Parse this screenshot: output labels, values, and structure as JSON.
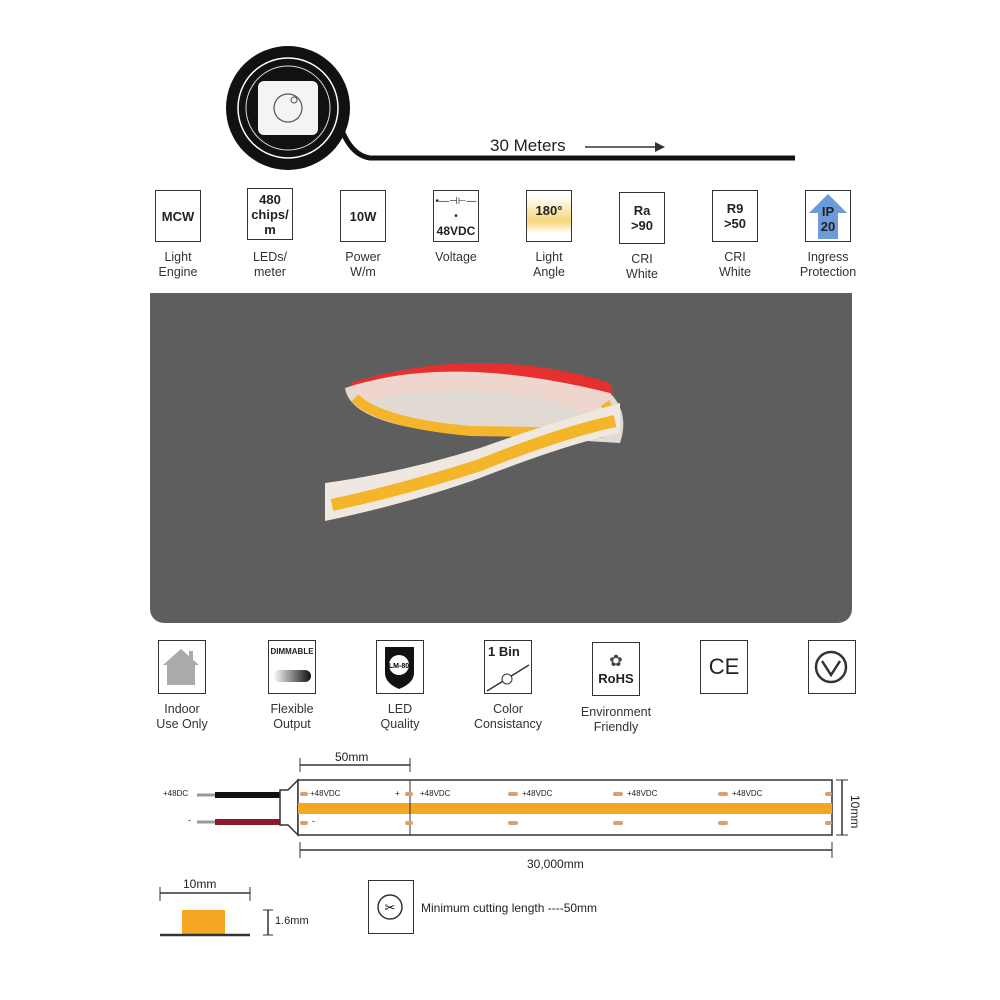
{
  "header": {
    "length_label": "30 Meters"
  },
  "specs": [
    {
      "value": "MCW",
      "label": "Light\nEngine",
      "icon": "light-engine-icon"
    },
    {
      "value": "480\nchips/\nm",
      "label": "LEDs/\nmeter",
      "icon": "leds-per-meter-icon"
    },
    {
      "value": "10W",
      "label": "Power\nW/m",
      "icon": "power-icon"
    },
    {
      "value": "48VDC",
      "label": "Voltage",
      "icon": "voltage-icon"
    },
    {
      "value": "180°",
      "label": "Light\nAngle",
      "icon": "light-angle-icon"
    },
    {
      "value": "Ra\n>90",
      "label": "CRI\nWhite",
      "icon": "cri-icon"
    },
    {
      "value": "R9\n>50",
      "label": "CRI\nWhite",
      "icon": "r9-icon"
    },
    {
      "value": "IP\n20",
      "label": "Ingress\nProtection",
      "icon": "ip-rating-icon"
    }
  ],
  "features": [
    {
      "label": "Indoor\nUse Only",
      "icon": "indoor-house-icon"
    },
    {
      "label": "Flexible\nOutput",
      "icon": "dimmable-icon",
      "text": "DIMMABLE"
    },
    {
      "label": "LED\nQuality",
      "icon": "lm80-shield-icon",
      "text": "LM-80"
    },
    {
      "label": "Color\nConsistancy",
      "icon": "one-bin-icon",
      "text": "1 Bin"
    },
    {
      "label": "Environment\nFriendly",
      "icon": "rohs-icon",
      "text": "RoHS"
    },
    {
      "label": "",
      "icon": "ce-mark-icon",
      "text": "CE"
    },
    {
      "label": "",
      "icon": "rcm-mark-icon"
    }
  ],
  "diagram": {
    "segment_length": "50mm",
    "total_length": "30,000mm",
    "width": "10mm",
    "positive_wire": "+48DC",
    "negative_wire": "-",
    "pad_positive": "+48VDC",
    "pad_plus": "+",
    "pad_minus": "-",
    "cross_width": "10mm",
    "thickness": "1.6mm",
    "cutting": "Minimum cutting length ----50mm"
  },
  "colors": {
    "led": "#f5a623",
    "panel": "#5e5e5e",
    "ip_blue": "#6b9bd8",
    "red_wire": "#8b1a2f"
  }
}
